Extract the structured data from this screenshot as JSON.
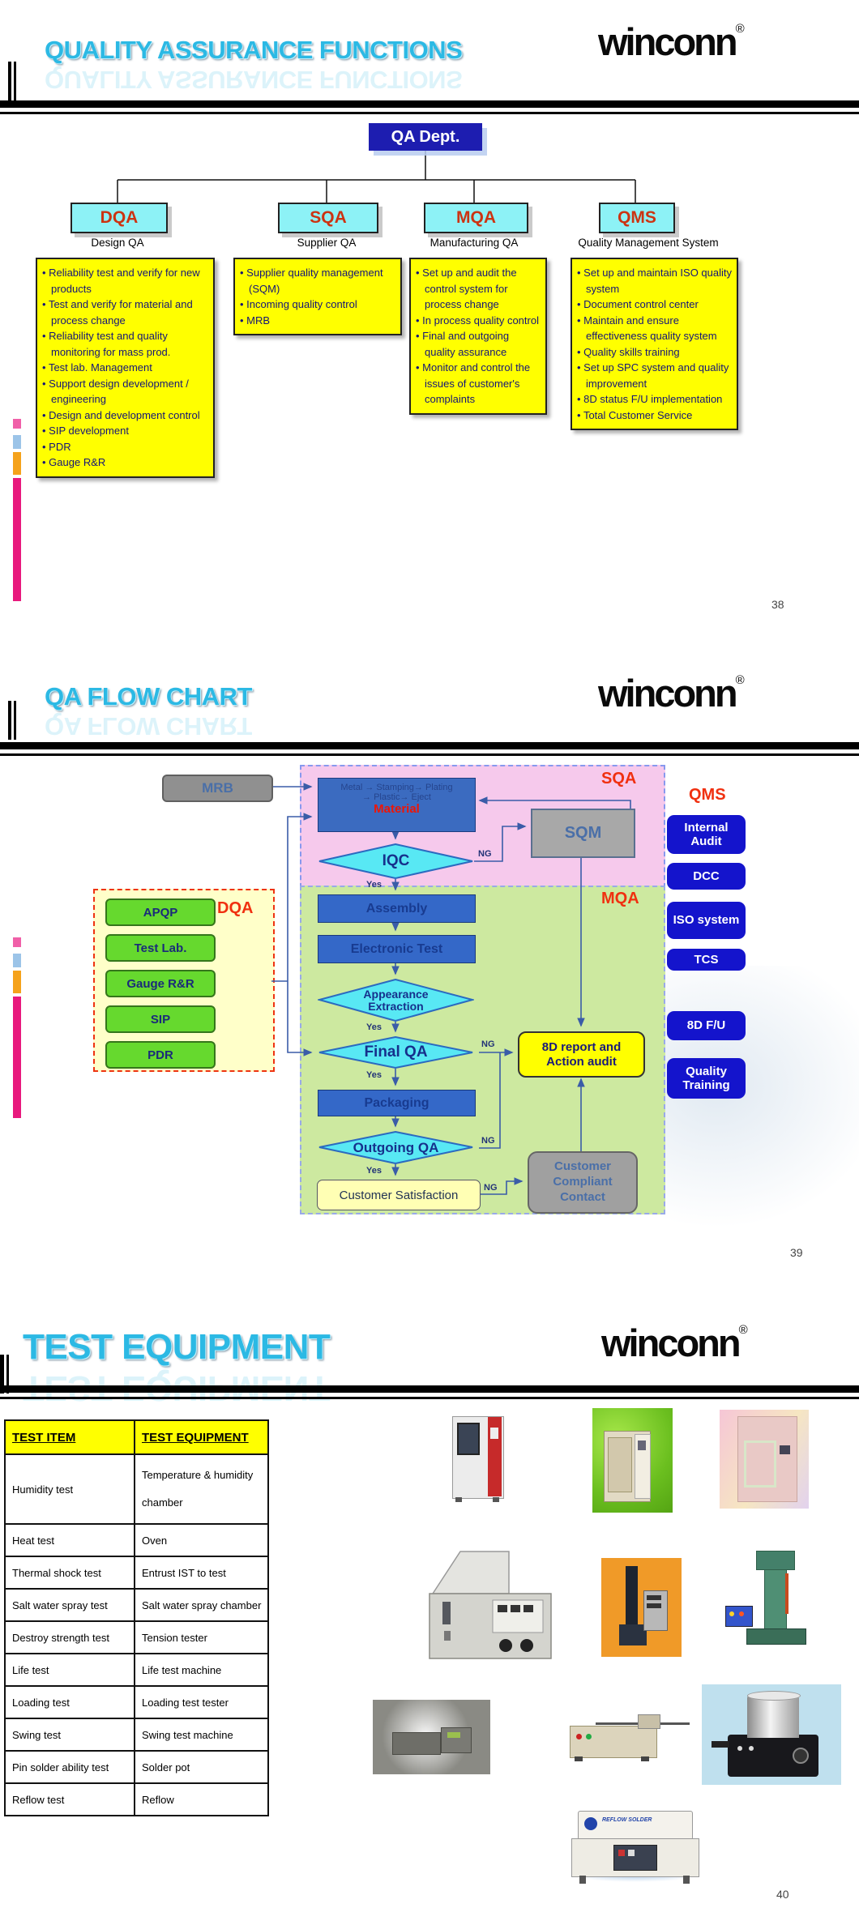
{
  "logo": {
    "text": "winconn",
    "reg": "®"
  },
  "colors": {
    "title_cyan": "#2CB9E4",
    "header_bar": "#000000",
    "root_blue": "#1D1DB0",
    "dept_cyan": "#8DF2F6",
    "dept_text_red": "#CC3312",
    "list_yellow": "#FFFF00",
    "list_text_navy": "#141478",
    "region_pink": "#F6C9EC",
    "region_green": "#CDE9A0",
    "region_yellow": "#FFFFC9",
    "process_blue": "#3468C8",
    "diamond_cyan": "#58E8F4",
    "green_box": "#66D92E",
    "qms_button_blue": "#1414CC",
    "flow_label_red": "#F03010",
    "accent_magenta": "#E8197D"
  },
  "slide1": {
    "title": "QUALITY ASSURANCE FUNCTIONS",
    "page": "38",
    "org": {
      "root": "QA Dept.",
      "branches": [
        {
          "abbr": "DQA",
          "label": "Design QA",
          "items": [
            "Reliability test and verify for new products",
            "Test and verify for material and process change",
            "Reliability test and quality monitoring for mass prod.",
            "Test lab. Management",
            "Support design development / engineering",
            "Design and development control",
            "SIP development",
            "PDR",
            "Gauge R&R"
          ]
        },
        {
          "abbr": "SQA",
          "label": "Supplier QA",
          "items": [
            "Supplier quality management (SQM)",
            "Incoming quality control",
            "MRB"
          ]
        },
        {
          "abbr": "MQA",
          "label": "Manufacturing QA",
          "items": [
            "Set up and audit the control system for process change",
            "In process quality control",
            "Final and outgoing quality assurance",
            "Monitor and control the issues of customer's complaints"
          ]
        },
        {
          "abbr": "QMS",
          "label": "Quality Management System",
          "items": [
            "Set up and maintain ISO quality system",
            "Document control center",
            "Maintain and ensure effectiveness quality system",
            "Quality skills training",
            "Set up SPC system and quality improvement",
            "8D status F/U implementation",
            "Total Customer Service"
          ]
        }
      ]
    }
  },
  "slide2": {
    "title": "QA FLOW CHART",
    "page": "39",
    "labels": {
      "yes": "Yes",
      "ng": "NG"
    },
    "regions": {
      "sqa": "SQA",
      "dqa": "DQA",
      "mqa": "MQA",
      "qms": "QMS"
    },
    "nodes": {
      "mrb": "MRB",
      "material_line1": "Metal → Stamping→ Plating",
      "material_line2": "→ Plastic→ Eject",
      "material": "Material",
      "iqc": "IQC",
      "sqm": "SQM",
      "assembly": "Assembly",
      "electronic_test": "Electronic Test",
      "appearance_1": "Appearance",
      "appearance_2": "Extraction",
      "final_qa": "Final QA",
      "packaging": "Packaging",
      "outgoing_qa": "Outgoing QA",
      "customer_satisfaction": "Customer Satisfaction",
      "report_8d_1": "8D report and",
      "report_8d_2": "Action audit",
      "ccc_1": "Customer",
      "ccc_2": "Compliant",
      "ccc_3": "Contact"
    },
    "dqa_boxes": [
      "APQP",
      "Test Lab.",
      "Gauge R&R",
      "SIP",
      "PDR"
    ],
    "qms_buttons": [
      "Internal Audit",
      "DCC",
      "ISO system",
      "TCS",
      "8D F/U",
      "Quality Training"
    ]
  },
  "slide3": {
    "title": "TEST EQUIPMENT",
    "page": "40",
    "reflow_label": "REFLOW SOLDER",
    "table": {
      "headers": [
        "TEST ITEM",
        "TEST EQUIPMENT"
      ],
      "rows": [
        [
          "Humidity test",
          "Temperature & humidity chamber"
        ],
        [
          "Heat test",
          "Oven"
        ],
        [
          "Thermal shock test",
          "Entrust IST to test"
        ],
        [
          "Salt water spray test",
          "Salt water spray chamber"
        ],
        [
          "Destroy strength test",
          "Tension tester"
        ],
        [
          "Life test",
          "Life test machine"
        ],
        [
          "Loading test",
          "Loading test tester"
        ],
        [
          "Swing test",
          "Swing test machine"
        ],
        [
          "Pin solder ability test",
          "Solder pot"
        ],
        [
          "Reflow test",
          "Reflow"
        ]
      ]
    }
  }
}
